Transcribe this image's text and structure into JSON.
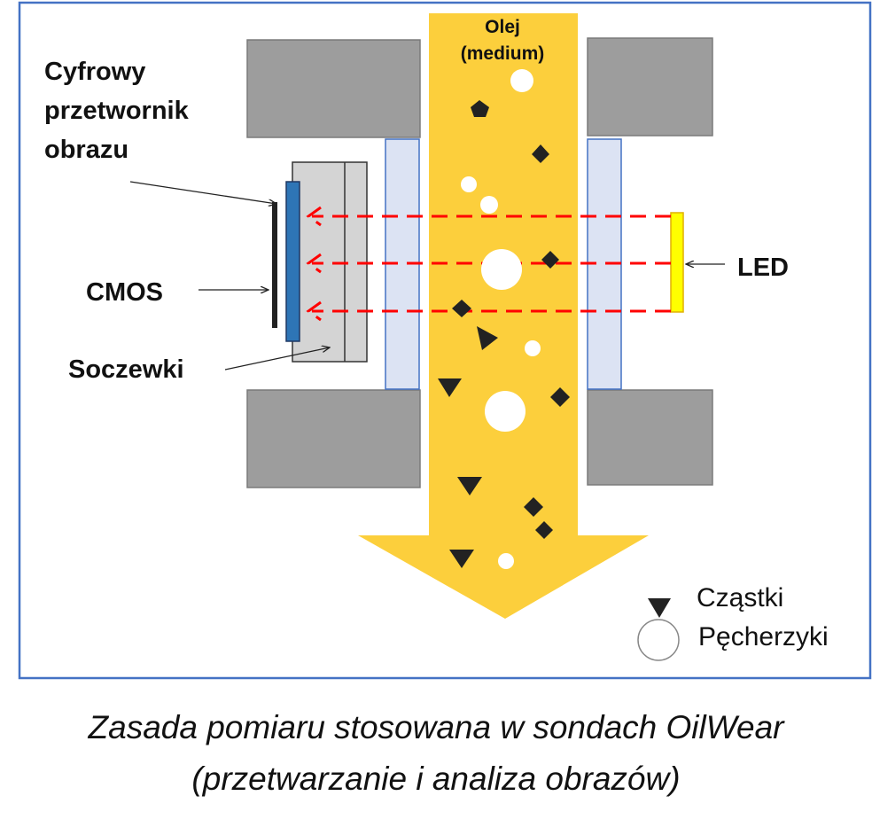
{
  "labels": {
    "sensor_line1": "Cyfrowy",
    "sensor_line2": "przetwornik",
    "sensor_line3": "obrazu",
    "cmos": "CMOS",
    "lenses": "Soczewki",
    "led": "LED",
    "oil_line1": "Olej",
    "oil_line2": "(medium)"
  },
  "legend": {
    "particles": "Cząstki",
    "bubbles": "Pęcherzyki"
  },
  "caption": {
    "line1": "Zasada pomiaru stosowana w sondach OilWear",
    "line2": "(przetwarzanie i analiza obrazów)"
  },
  "colors": {
    "frame": "#4472c4",
    "oil": "#fccf3c",
    "housing": "#9d9d9d",
    "window": "#dce3f3",
    "lens": "#d4d4d4",
    "cmos": "#2e75b6",
    "led": "#ffff00",
    "beam": "#ff0000",
    "particle": "#222222"
  }
}
